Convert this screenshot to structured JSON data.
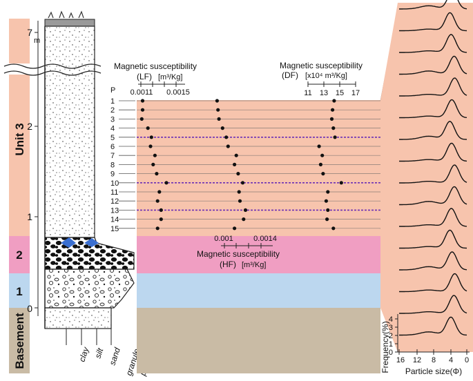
{
  "units": [
    {
      "label": "Unit 3",
      "color": "#f7c4ad"
    },
    {
      "label": "2",
      "color": "#f09ec2"
    },
    {
      "label": "1",
      "color": "#bcd7ef"
    },
    {
      "label": "Basement",
      "color": "#c9bba5"
    }
  ],
  "depth_axis": {
    "ticks": [
      "7",
      "2",
      "1",
      "0"
    ],
    "unit": "m"
  },
  "texture_labels": [
    "clay",
    "silt",
    "sand",
    "granule",
    "pebble"
  ],
  "samples": {
    "header": "P",
    "labels": [
      "1",
      "2",
      "3",
      "4",
      "5",
      "6",
      "7",
      "8",
      "9",
      "10",
      "11",
      "12",
      "13",
      "14",
      "15"
    ],
    "dashed": [
      "5",
      "10",
      "13"
    ]
  },
  "lf_axis": {
    "title": "Magnetic susceptibility",
    "subtitle": "(LF)",
    "unit": "[m³/Kg]",
    "ticks": [
      "0.0011",
      "0.0015"
    ],
    "values": [
      0.00112,
      0.00112,
      0.00111,
      0.00118,
      0.00122,
      0.00121,
      0.00126,
      0.00124,
      0.00128,
      0.00139,
      0.00131,
      0.00129,
      0.00133,
      0.00133,
      0.00129
    ]
  },
  "hf_axis": {
    "title": "Magnetic susceptibility",
    "subtitle": "(HF)",
    "unit": "[m³/Kg]",
    "ticks": [
      "0.001",
      "0.0014"
    ],
    "values": [
      0.00092,
      0.00093,
      0.00094,
      0.00098,
      0.00102,
      0.00104,
      0.00113,
      0.00111,
      0.00115,
      0.0012,
      0.00116,
      0.00117,
      0.00123,
      0.00121,
      0.00111
    ]
  },
  "df_axis": {
    "title": "Magnetic susceptibility",
    "subtitle": "(DF)",
    "unit": "[x10⁴ m³/Kg]",
    "ticks": [
      "11",
      "13",
      "15",
      "17"
    ],
    "values": [
      14.3,
      14.1,
      14.0,
      14.2,
      14.4,
      12.4,
      12.8,
      12.6,
      12.9,
      15.2,
      13.5,
      13.3,
      13.5,
      13.4,
      14.2
    ]
  },
  "grain_size": {
    "xlabel": "Particle size(Φ)",
    "ylabel": "Frequency(%)",
    "x_ticks": [
      "16",
      "12",
      "8",
      "4",
      "0"
    ],
    "y_ticks": [
      "4",
      "3",
      "2",
      "1",
      "0"
    ]
  },
  "colors": {
    "unit3": "#f7c4ad",
    "unit2": "#f09ec2",
    "unit1": "#bcd7ef",
    "basement": "#c9bba5",
    "dashed": "#6a2fb5",
    "pebble_fill": "#111111",
    "marker": "#3a6fd1"
  }
}
